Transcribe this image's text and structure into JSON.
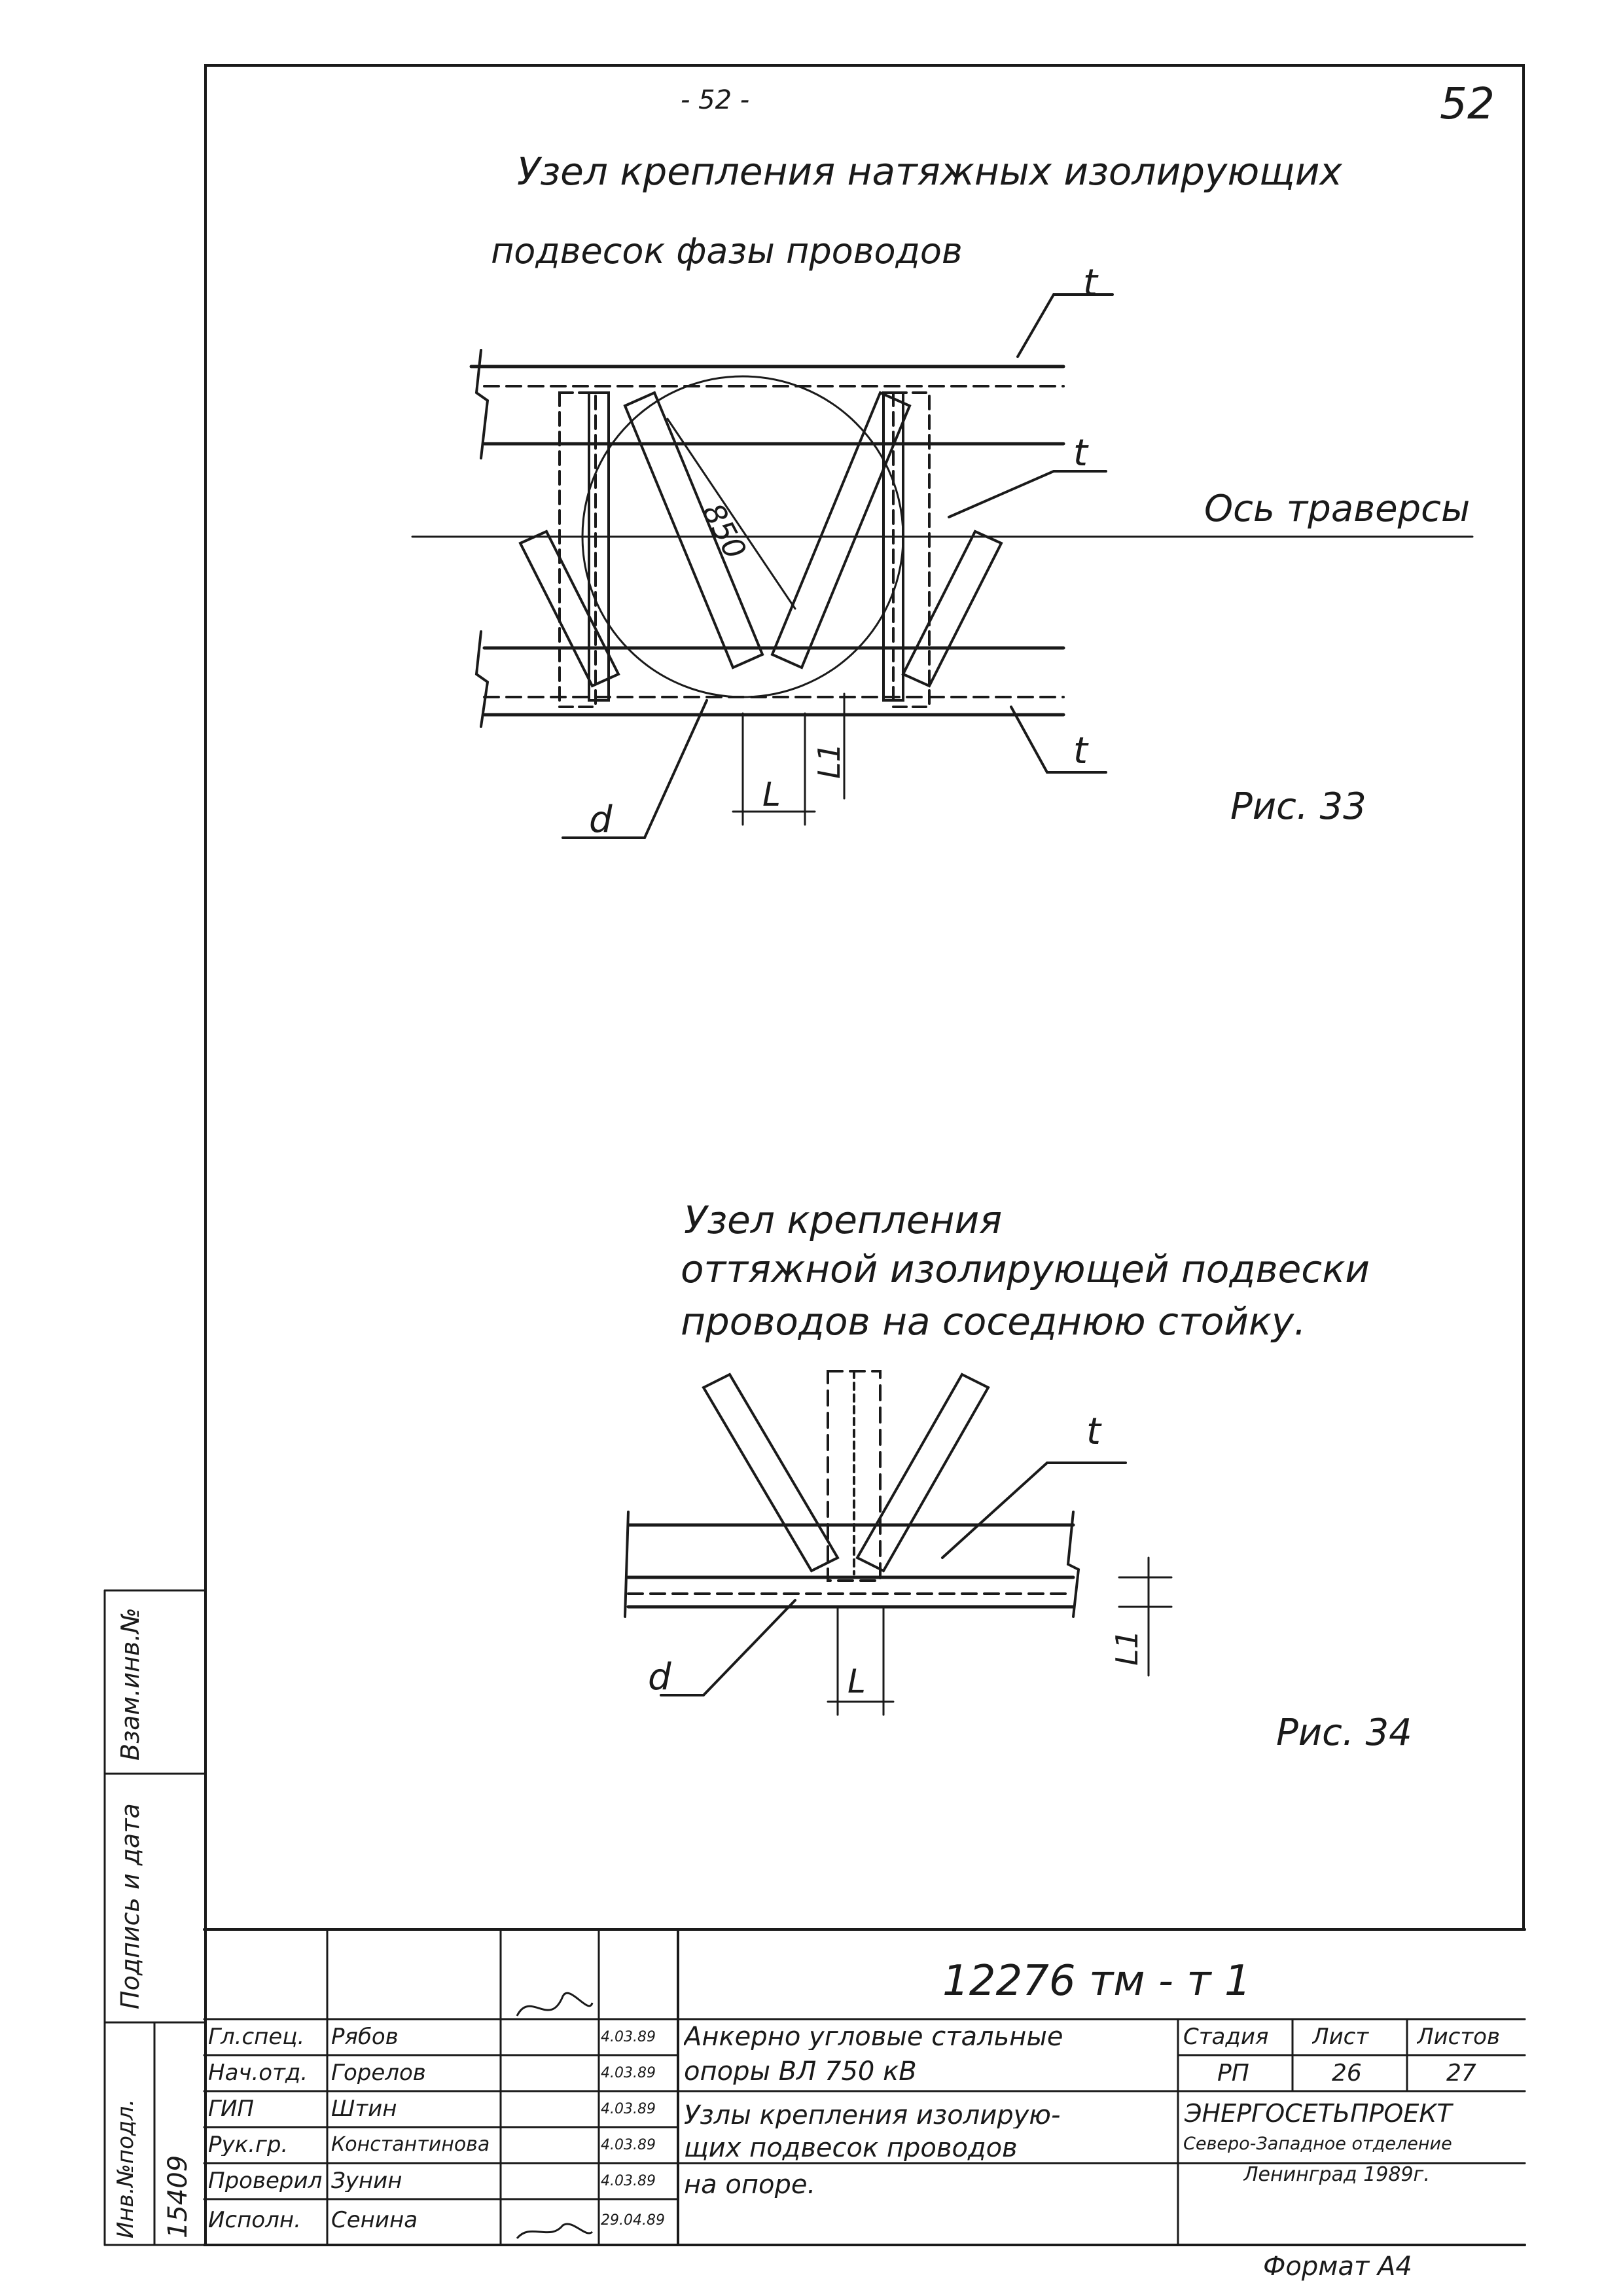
{
  "header": {
    "page_number": "52",
    "top_mark": "- 52 -"
  },
  "figure33": {
    "title_line1": "Узел крепления натяжных изолирующих",
    "title_line2": "подвесок фазы проводов",
    "dim_850": "850",
    "label_t": "t",
    "label_d": "d",
    "label_L": "L",
    "label_L1": "L1",
    "axis_label": "Ось траверсы",
    "caption": "Рис. 33"
  },
  "figure34": {
    "title_line1": "Узел крепления",
    "title_line2": "оттяжной изолирующей подвески",
    "title_line3": "проводов на соседнюю стойку.",
    "label_t": "t",
    "label_d": "d",
    "label_L": "L",
    "label_L1": "L1",
    "caption": "Рис. 34"
  },
  "side_stamp": {
    "inv_no_original": "Инв.№подл.",
    "inv_value": "15409",
    "signature_date": "Подпись и дата",
    "replacement_inv": "Взам.инв.№"
  },
  "title_block": {
    "document_code": "12276 тм - т 1",
    "rows": [
      {
        "role": "Гл.спец.",
        "name": "Рябов",
        "date": "4.03.89"
      },
      {
        "role": "Нач.отд.",
        "name": "Горелов",
        "date": "4.03.89"
      },
      {
        "role": "ГИП",
        "name": "Штин",
        "date": "4.03.89"
      },
      {
        "role": "Рук.гр.",
        "name": "Константинова",
        "date": "4.03.89"
      },
      {
        "role": "Проверил",
        "name": "Зунин",
        "date": "4.03.89"
      },
      {
        "role": "Исполн.",
        "name": "Сенина",
        "date": "29.04.89"
      }
    ],
    "project_title_line1": "Анкерно угловые стальные",
    "project_title_line2": "опоры ВЛ 750 кВ",
    "sheet_title_line1": "Узлы крепления изолирую-",
    "sheet_title_line2": "щих подвесок проводов",
    "sheet_title_line3": "на опоре.",
    "stage_header": "Стадия",
    "sheet_header": "Лист",
    "sheets_header": "Листов",
    "stage_value": "РП",
    "sheet_value": "26",
    "sheets_value": "27",
    "org_name": "ЭНЕРГОСЕТЬПРОЕКТ",
    "org_branch": "Северо-Западное отделение",
    "org_city": "Ленинград 1989г."
  },
  "footer": {
    "format": "Формат А4"
  }
}
